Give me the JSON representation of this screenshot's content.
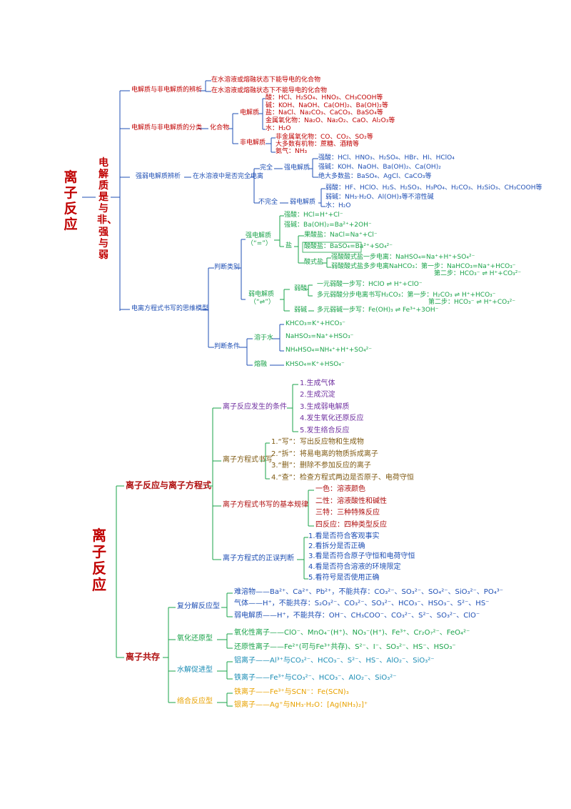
{
  "colors": {
    "red": "#c00000",
    "blue": "#1f4fb4",
    "green": "#1aa34a",
    "purple": "#7030a0",
    "brown": "#7f5a12",
    "darkred": "#b01010",
    "teal": "#1a8cb4",
    "orange": "#e8a200"
  },
  "part1": {
    "title": "离子反应",
    "subtitle": "电解质是与非、强与弱",
    "b1": {
      "label": "电解质与非电解质的辨析",
      "items": [
        "在水溶液或熔融状态下能导电的化合物",
        "在水溶液或熔融状态下不能导电的化合物"
      ]
    },
    "b2": {
      "label": "电解质与非电解质的分类",
      "mid": "化合物",
      "electrolyte": "电解质",
      "electrolyte_items": [
        "酸：HCl、H₂SO₄、HNO₃、CH₃COOH等",
        "碱：KOH、NaOH、Ca(OH)₂、Ba(OH)₂等",
        "盐：NaCl、Na₂CO₃、CaCO₃、BaSO₄等",
        "金属氧化物：Na₂O、Na₂O₂、CaO、Al₂O₃等",
        "水：H₂O"
      ],
      "nonelectrolyte": "非电解质",
      "nonelectrolyte_items": [
        "非金属氧化物：CO、CO₂、SO₂等",
        "大多数有机物：蔗糖、酒精等",
        "氨气：NH₃"
      ]
    },
    "b3": {
      "label": "强弱电解质辨析",
      "mid": "在水溶液中是否完全电离",
      "full": "完全",
      "strong": "强电解质",
      "strong_items": [
        "强酸：HCl、HNO₃、H₂SO₄、HBr、HI、HClO₄",
        "强碱：KOH、NaOH、Ba(OH)₂、Ca(OH)₂",
        "绝大多数盐：BaSO₄、AgCl、CaCO₃等"
      ],
      "partial": "不完全",
      "weak": "弱电解质",
      "weak_items": [
        "弱酸：HF、HClO、H₂S、H₂SO₃、H₃PO₄、H₂CO₃、H₂SiO₃、CH₃COOH等",
        "弱碱：NH₃·H₂O、Al(OH)₃等不溶性碱",
        "水：H₂O"
      ]
    },
    "b4": {
      "label": "电离方程式书写的思维模型",
      "judge_type": "判断类别",
      "strong": "强电解质",
      "strong_mark": "（“=”）",
      "strong_acid": "强酸：HCl=H⁺+Cl⁻",
      "strong_base": "强碱：Ba(OH)₂=Ba²⁺+2OH⁻",
      "salt": "盐",
      "normal_salt": "果酸盐：NaCl=Na⁺+Cl⁻",
      "normal_salt2": "酸酸盐：BaSO₄=Ba²⁺+SO₄²⁻",
      "acid_salt": "酸式盐",
      "acid_salt_1": "强酸酸式盐一步电离：NaHSO₄=Na⁺+H⁺+SO₄²⁻",
      "acid_salt_2": "弱酸酸式盐多步电离NaHCO₃：第一步：NaHCO₃=Na⁺+HCO₃⁻",
      "acid_salt_3": "第二步：HCO₃⁻ ⇌ H⁺+CO₃²⁻",
      "weak": "弱电解质",
      "weak_mark": "（“⇌”）",
      "weak_acid": "弱酸",
      "weak_acid_1": "一元弱酸一步写：HClO ⇌ H⁺+ClO⁻",
      "weak_acid_2": "多元弱酸分步电离书写H₂CO₃：第一步：H₂CO₃ ⇌ H⁺+HCO₃⁻",
      "weak_acid_3": "第二步：HCO₃⁻ ⇌ H⁺+CO₃²⁻",
      "weak_base": "弱碱",
      "weak_base_item": "多元弱碱一步写：Fe(OH)₃ ⇌ Fe³⁺+3OH⁻",
      "judge_cond": "判断条件",
      "in_water": "溶于水",
      "in_water_items": [
        "KHCO₃=K⁺+HCO₃⁻",
        "NaHSO₃=Na⁺+HSO₃⁻",
        "NH₄HSO₄=NH₄⁺+H⁺+SO₄²⁻"
      ],
      "molten": "熔融",
      "molten_item": "KHSO₄=K⁺+HSO₄⁻"
    }
  },
  "part2": {
    "title": "离子反应",
    "reaction": {
      "label": "离子反应与离子方程式",
      "cond": {
        "label": "离子反应发生的条件",
        "items": [
          "1.生成气体",
          "2.生成沉淀",
          "3.生成弱电解质",
          "4.发生氧化还原反应",
          "5.发生络合反应"
        ]
      },
      "write": {
        "label": "离子方程式书写",
        "items": [
          "1.“写”：写出反应物和生成物",
          "2.“拆”：将易电离的物质拆成离子",
          "3.“删”：删除不参加反应的离子",
          "4.“查”：检查方程式两边是否原子、电荷守恒"
        ]
      },
      "rules": {
        "label": "离子方程式书写的基本规律",
        "items": [
          "一色：溶液颜色",
          "二性：溶液酸性和碱性",
          "三特：三种特殊反应",
          "四反应：四种类型反应"
        ]
      },
      "judge": {
        "label": "离子方程式的正误判断",
        "items": [
          "1.看是否符合客观事实",
          "2.看拆分是否正确",
          "3.看是否符合原子守恒和电荷守恒",
          "4.看是否符合溶液的环境限定",
          "5.看符号是否使用正确"
        ]
      }
    },
    "coexist": {
      "label": "离子共存",
      "double": {
        "label": "复分解反应型",
        "items": [
          "难溶物——Ba²⁺、Ca²⁺、Pb²⁺，不能共存：CO₃²⁻、SO₃²⁻、SO₄²⁻、SiO₃²⁻、PO₄³⁻",
          "气体——H⁺，不能共存：S₂O₃²⁻、CO₃²⁻、SO₃²⁻、HCO₃⁻、HSO₃⁻、S²⁻、HS⁻",
          "弱电解质——H⁺，不能共存：OH⁻、CH₃COO⁻、CO₃²⁻、S²⁻、SO₃²⁻、ClO⁻"
        ]
      },
      "redox": {
        "label": "氧化还原型",
        "items": [
          "氧化性离子——ClO⁻、MnO₄⁻(H⁺)、NO₃⁻(H⁺)、Fe³⁺、Cr₂O₇²⁻、FeO₄²⁻",
          "还原性离子——Fe²⁺(可与Fe³⁺共存)、S²⁻、I⁻、SO₃²⁻、HS⁻、HSO₃⁻"
        ]
      },
      "hydro": {
        "label": "水解促进型",
        "items": [
          "铝离子——Al³⁺与CO₃²⁻、HCO₃⁻、S²⁻、HS⁻、AlO₂⁻、SiO₃²⁻",
          "铁离子——Fe³⁺与CO₃²⁻、HCO₃⁻、AlO₂⁻、SiO₃²⁻"
        ]
      },
      "complex": {
        "label": "络合反应型",
        "items": [
          "铁离子——Fe³⁺与SCN⁻：Fe(SCN)₃",
          "银离子——Ag⁺与NH₃·H₂O：[Ag(NH₃)₂]⁺"
        ]
      }
    }
  }
}
